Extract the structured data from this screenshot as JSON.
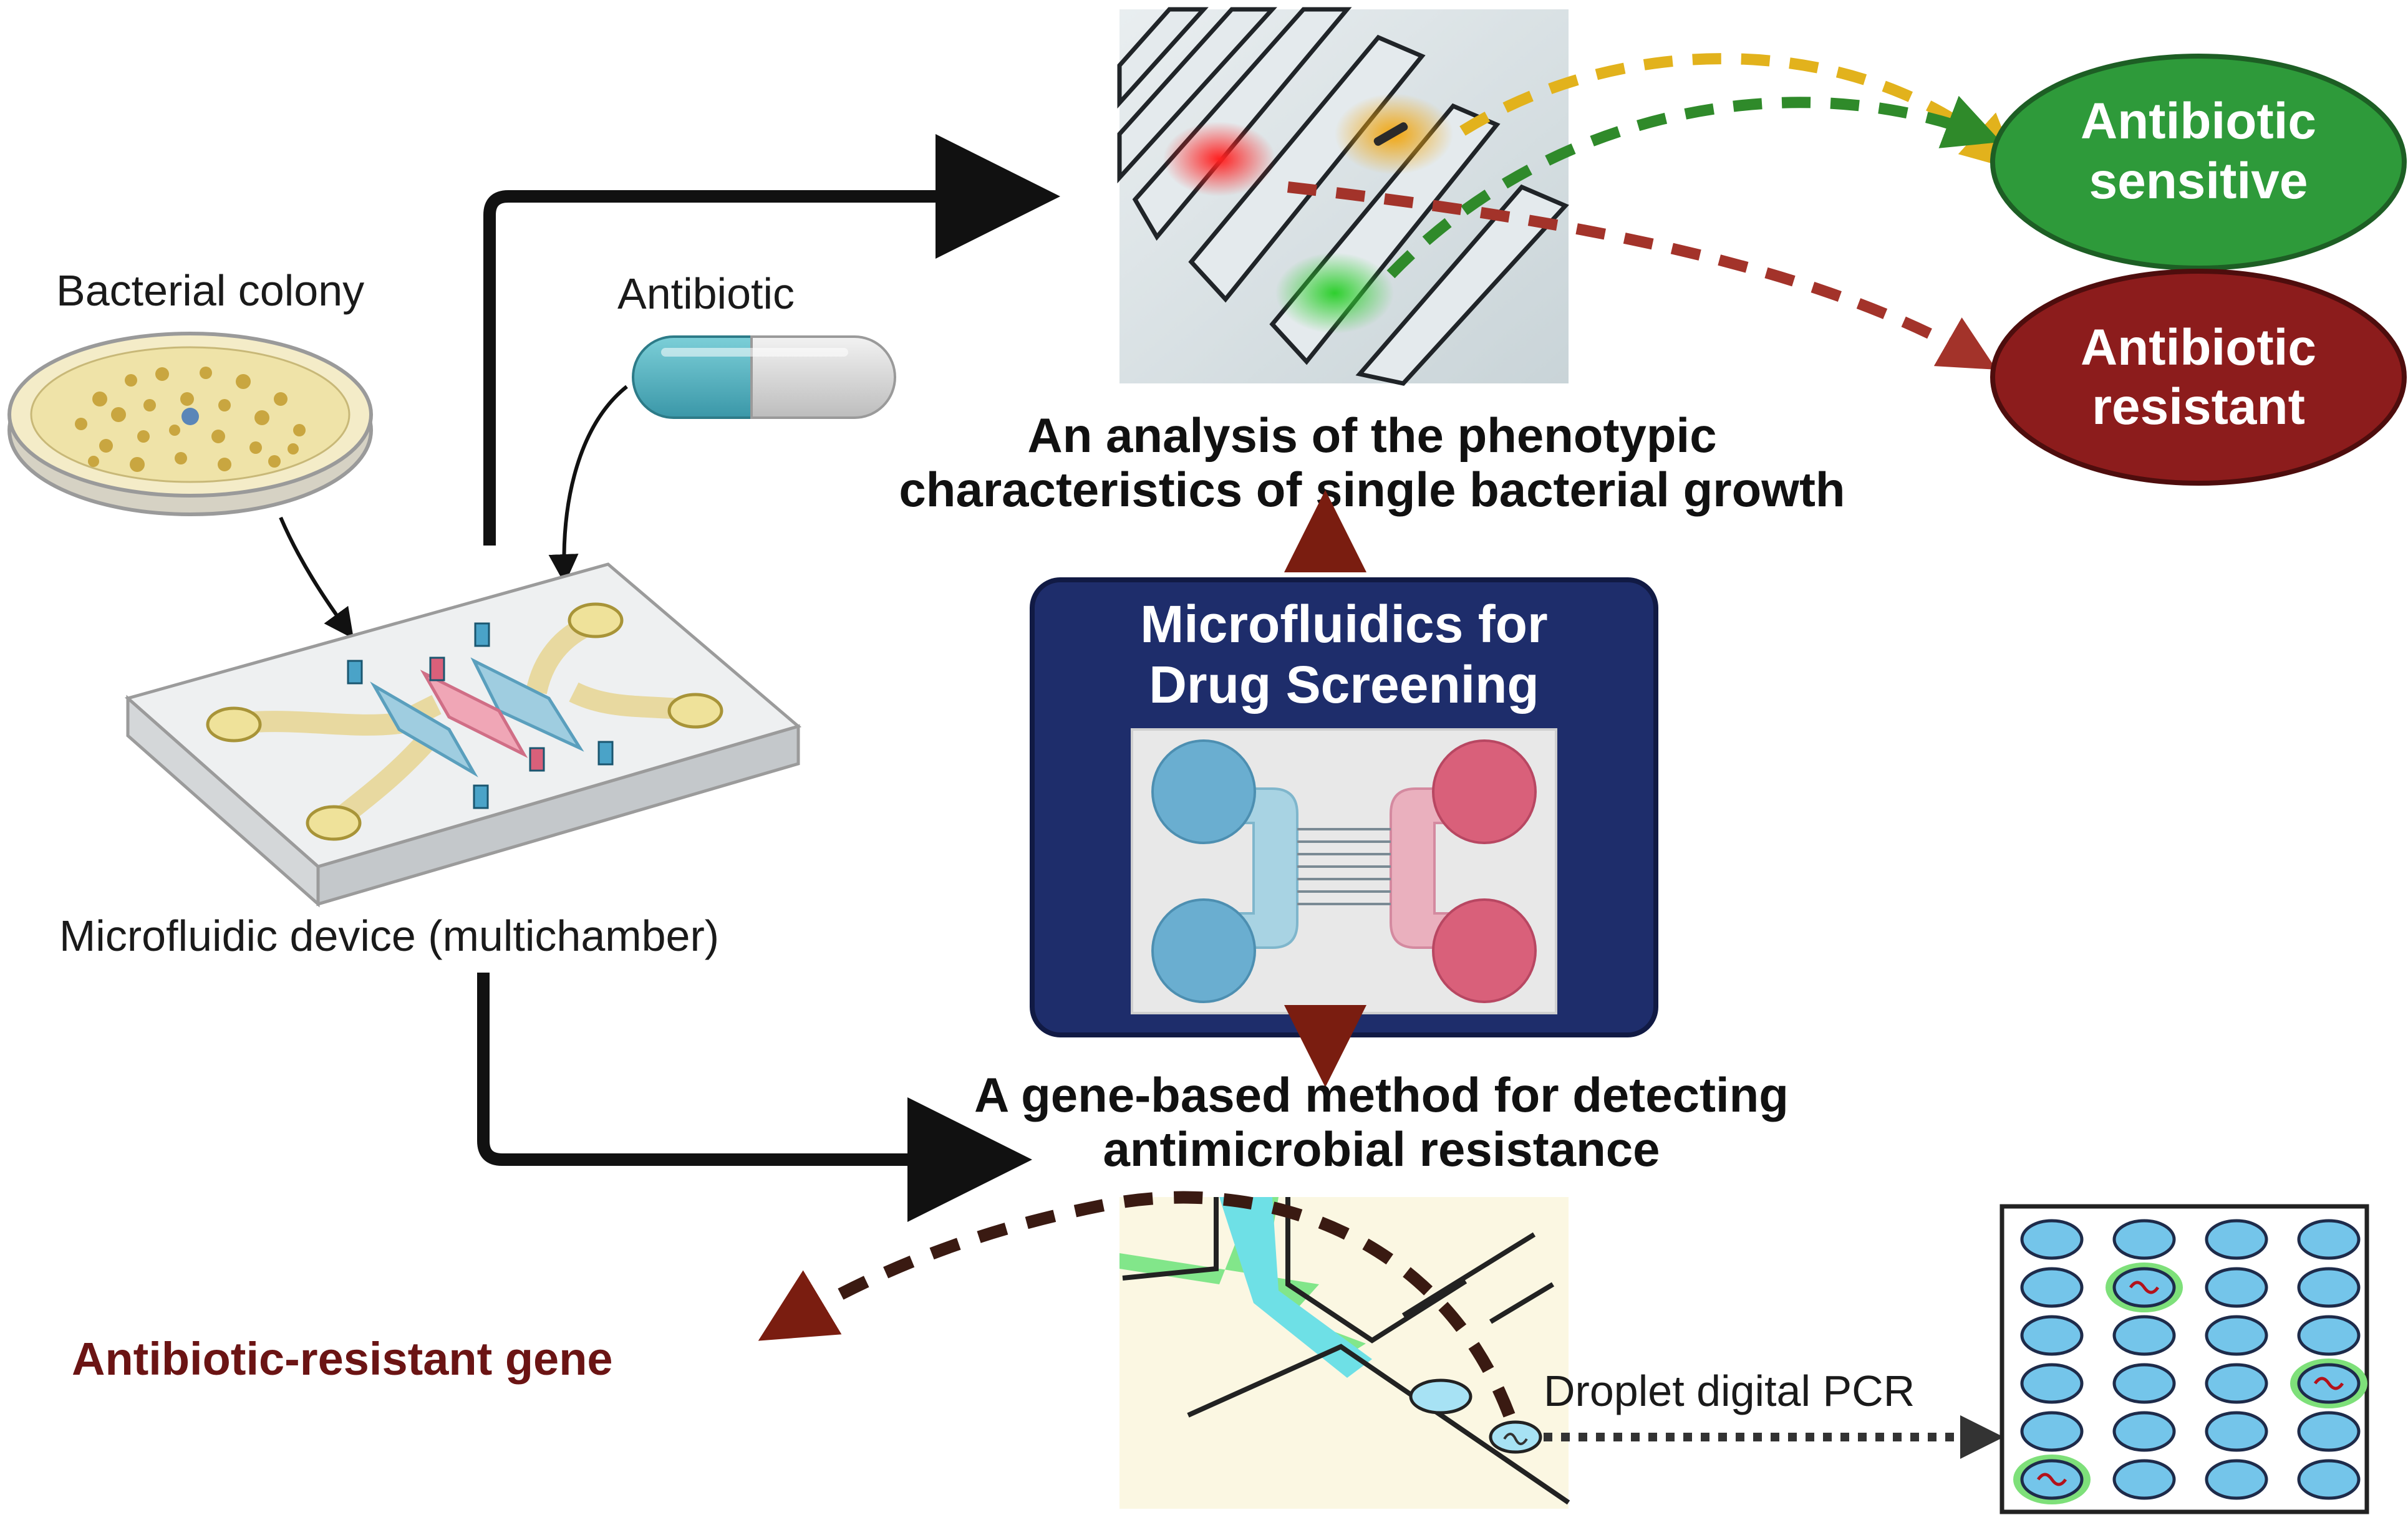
{
  "labels": {
    "bacterial_colony": "Bacterial colony",
    "antibiotic": "Antibiotic",
    "microfluidic_device": "Microfluidic device (multichamber)",
    "phenotypic_analysis_line1": "An analysis of the phenotypic",
    "phenotypic_analysis_line2": "characteristics of single bacterial growth",
    "center_box_line1": "Microfluidics for",
    "center_box_line2": "Drug Screening",
    "gene_method_line1": "A gene-based method for detecting",
    "gene_method_line2": "antimicrobial resistance",
    "antibiotic_sensitive_line1": "Antibiotic",
    "antibiotic_sensitive_line2": "sensitive",
    "antibiotic_resistant_line1": "Antibiotic",
    "antibiotic_resistant_line2": "resistant",
    "resistant_gene": "Antibiotic-resistant gene",
    "droplet_pcr": "Droplet digital PCR"
  },
  "colors": {
    "navy_box": "#1e2d6b",
    "sensitive_green": "#2e9a3a",
    "resistant_red": "#8c1c1c",
    "dark_red_arrow": "#7a1d10",
    "yellow_dash": "#e2b21c",
    "green_dash": "#2f8a2a",
    "red_dash": "#a3332a",
    "chamber_blue": "#6aaed0",
    "chamber_pink": "#d9607a",
    "droplet_blue": "#74c5ea",
    "gene_text": "#6b1414"
  },
  "icons": {
    "petri_dish": "petri-dish-icon",
    "pill": "pill-capsule-icon",
    "chip": "microfluidic-chip-icon",
    "channels": "microchannel-array-image",
    "droplet_junction": "droplet-generator-image",
    "pcr_grid": "droplet-pcr-grid-image"
  }
}
